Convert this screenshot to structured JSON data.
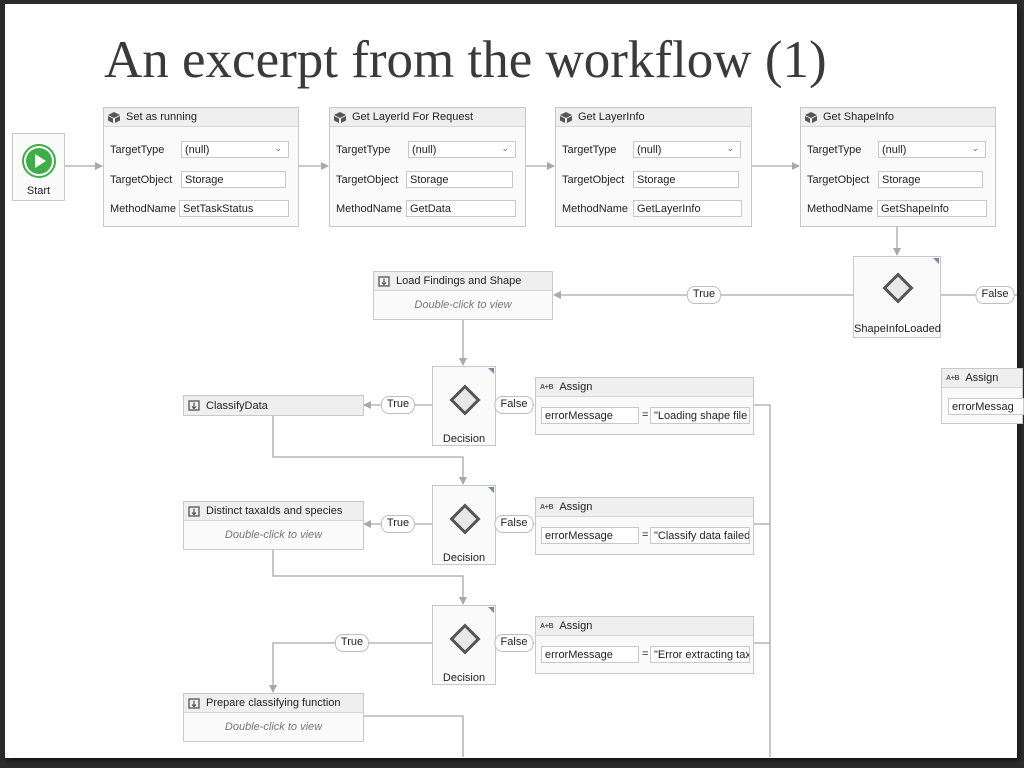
{
  "slide": {
    "title": "An excerpt from the workflow (1)"
  },
  "start": {
    "label": "Start"
  },
  "invoke_labels": {
    "target_type": "TargetType",
    "target_object": "TargetObject",
    "method_name": "MethodName"
  },
  "invokes": [
    {
      "title": "Set as running",
      "target_type": "(null)",
      "target_object": "Storage",
      "method_name": "SetTaskStatus"
    },
    {
      "title": "Get LayerId For Request",
      "target_type": "(null)",
      "target_object": "Storage",
      "method_name": "GetData"
    },
    {
      "title": "Get LayerInfo",
      "target_type": "(null)",
      "target_object": "Storage",
      "method_name": "GetLayerInfo"
    },
    {
      "title": "Get ShapeInfo",
      "target_type": "(null)",
      "target_object": "Storage",
      "method_name": "GetShapeInfo"
    }
  ],
  "sequences": {
    "load_findings": {
      "title": "Load Findings and Shape",
      "hint": "Double-click to view"
    },
    "classify": {
      "title": "ClassifyData"
    },
    "distinct": {
      "title": "Distinct taxaIds and species",
      "hint": "Double-click to view"
    },
    "prepare": {
      "title": "Prepare classifying function",
      "hint": "Double-click to view"
    }
  },
  "flow_decision": {
    "label": "ShapeInfoLoaded"
  },
  "decisions": [
    {
      "label": "Decision"
    },
    {
      "label": "Decision"
    },
    {
      "label": "Decision"
    }
  ],
  "assigns": [
    {
      "title": "Assign",
      "to": "errorMessage",
      "value": "\"Loading shape file"
    },
    {
      "title": "Assign",
      "to": "errorMessage",
      "value": "\"Classify data failed"
    },
    {
      "title": "Assign",
      "to": "errorMessage",
      "value": "\"Error extracting tax"
    },
    {
      "title": "Assign",
      "to": "errorMessag",
      "value": ""
    }
  ],
  "assign_op": "=",
  "branch_labels": {
    "shape_true": "True",
    "shape_false": "False",
    "d1_true": "True",
    "d1_false": "False",
    "d2_true": "True",
    "d2_false": "False",
    "d3_true": "True",
    "d3_false": "False"
  },
  "colors": {
    "start_green": "#3fae49",
    "wire": "#a9a9a9",
    "frame_background": "#2b2b2b"
  }
}
